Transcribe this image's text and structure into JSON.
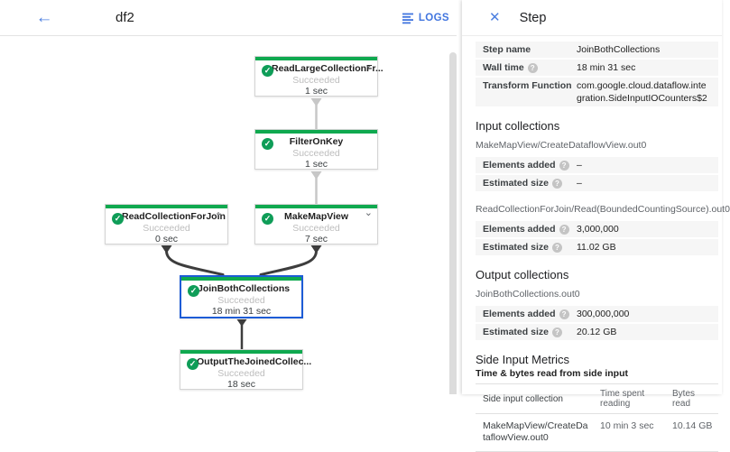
{
  "header": {
    "title": "df2",
    "logs_label": "LOGS"
  },
  "graph": {
    "status_colors": {
      "succeeded_bar": "#0fa94f",
      "check_circle": "#0f9d58",
      "selected_border": "#1d5cd6"
    },
    "nodes": [
      {
        "title": "ReadLargeCollectionFr...",
        "status": "Succeeded",
        "time": "1 sec",
        "expandable": true,
        "selected": false
      },
      {
        "title": "FilterOnKey",
        "status": "Succeeded",
        "time": "1 sec",
        "expandable": false,
        "selected": false
      },
      {
        "title": "ReadCollectionForJoin",
        "status": "Succeeded",
        "time": "0 sec",
        "expandable": true,
        "selected": false
      },
      {
        "title": "MakeMapView",
        "status": "Succeeded",
        "time": "7 sec",
        "expandable": true,
        "selected": false
      },
      {
        "title": "JoinBothCollections",
        "status": "Succeeded",
        "time": "18 min 31 sec",
        "expandable": false,
        "selected": true
      },
      {
        "title": "OutputTheJoinedCollec...",
        "status": "Succeeded",
        "time": "18 sec",
        "expandable": false,
        "selected": false
      }
    ]
  },
  "panel": {
    "title": "Step",
    "properties": [
      {
        "label": "Step name",
        "value": "JoinBothCollections"
      },
      {
        "label": "Wall time",
        "value": "18 min 31 sec"
      },
      {
        "label": "Transform Function",
        "value": "com.google.cloud.dataflow.integration.SideInputIOCounters$2"
      }
    ],
    "input_collections": {
      "heading": "Input collections",
      "groups": [
        {
          "name": "MakeMapView/CreateDataflowView.out0",
          "rows": [
            {
              "label": "Elements added",
              "value": "–"
            },
            {
              "label": "Estimated size",
              "value": "–"
            }
          ]
        },
        {
          "name": "ReadCollectionForJoin/Read(BoundedCountingSource).out0",
          "rows": [
            {
              "label": "Elements added",
              "value": "3,000,000"
            },
            {
              "label": "Estimated size",
              "value": "11.02 GB"
            }
          ]
        }
      ]
    },
    "output_collections": {
      "heading": "Output collections",
      "groups": [
        {
          "name": "JoinBothCollections.out0",
          "rows": [
            {
              "label": "Elements added",
              "value": "300,000,000"
            },
            {
              "label": "Estimated size",
              "value": "20.12 GB"
            }
          ]
        }
      ]
    },
    "side_input_metrics": {
      "heading": "Side Input Metrics",
      "subheading": "Time & bytes read from side input",
      "columns": [
        "Side input collection",
        "Time spent reading",
        "Bytes read"
      ],
      "rows": [
        {
          "collection": "MakeMapView/CreateDataflowView.out0",
          "time": "10 min 3 sec",
          "bytes": "10.14 GB"
        }
      ]
    }
  }
}
